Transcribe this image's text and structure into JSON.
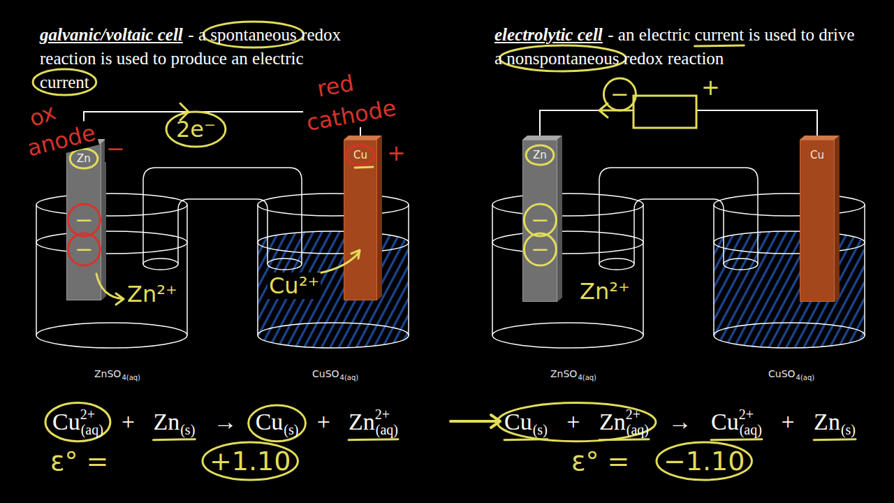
{
  "diagram": {
    "nodes": [
      {
        "text": [
          "Zn"
        ]
      },
      {
        "text": [
          "Cu"
        ]
      },
      {
        "text": [
          "Zn"
        ]
      },
      {
        "text": [
          "Cu"
        ]
      }
    ],
    "edges": [
      {
        "from": 0,
        "to": 1,
        "arrow": "to",
        "label": "2e⁻"
      },
      {
        "from": 3,
        "to": 2,
        "arrow": "to"
      }
    ],
    "labels": [
      "galvanic/voltaic cell",
      "- a spontaneous redox reaction is used to produce an electric current",
      "electrolytic cell",
      "- an electric current is used to drive a nonspontaneous redox reaction",
      "ox",
      "anode",
      "−",
      "red",
      "cathode",
      "+",
      "−",
      "−",
      "Zn²⁺",
      "Cu²⁺",
      "ZnSO",
      "4(aq)",
      "CuSO",
      "4(aq)",
      "Cu",
      "2+",
      "(aq)",
      "+",
      "Zn",
      "(s)",
      "→",
      "Cu",
      "(s)",
      "+",
      "Zn",
      "2+",
      "(aq)",
      "ε° =",
      "+1.10",
      "−",
      "+",
      "−",
      "−",
      "Zn²⁺",
      "ZnSO",
      "4(aq)",
      "CuSO",
      "4(aq)",
      "Cu",
      "(s)",
      "+",
      "Zn",
      "2+",
      "(aq)",
      "→",
      "Cu",
      "2+",
      "(aq)",
      "+",
      "Zn",
      "(s)",
      "ε° =",
      "−1.10"
    ]
  }
}
